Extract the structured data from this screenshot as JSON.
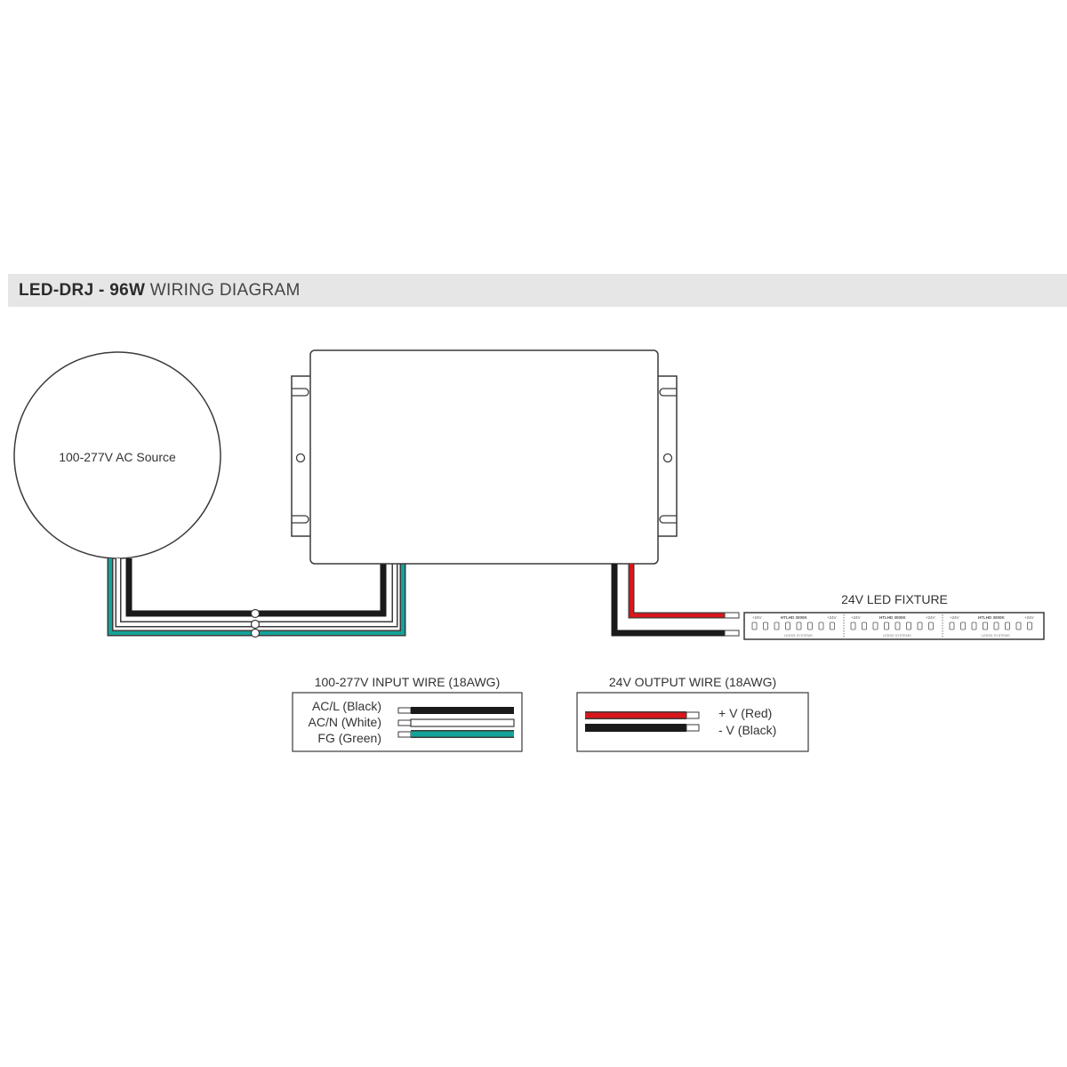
{
  "header": {
    "model": "LED-DRJ - 96W",
    "subtitle": "WIRING DIAGRAM"
  },
  "source": {
    "label": "100-277V AC Source"
  },
  "fixture": {
    "label": "24V LED FIXTURE",
    "strip_tags": [
      "+24V",
      "HTLHD 3000K",
      "+24V",
      "LEDSS SYSTEMS"
    ]
  },
  "input_legend": {
    "title": "100-277V INPUT WIRE (18AWG)",
    "wires": [
      {
        "label": "AC/L (Black)",
        "color": "#1a1a1a"
      },
      {
        "label": "AC/N (White)",
        "color": "#ffffff"
      },
      {
        "label": "FG (Green)",
        "color": "#13a39a"
      }
    ]
  },
  "output_legend": {
    "title": "24V OUTPUT WIRE (18AWG)",
    "wires": [
      {
        "label": "+ V (Red)",
        "color": "#d8161b"
      },
      {
        "label": "- V (Black)",
        "color": "#1a1a1a"
      }
    ]
  },
  "colors": {
    "black_wire": "#1a1a1a",
    "red_wire": "#d8161b",
    "green_wire": "#13a39a",
    "outline": "#3a3a3a",
    "title_bar": "#e6e6e6"
  }
}
